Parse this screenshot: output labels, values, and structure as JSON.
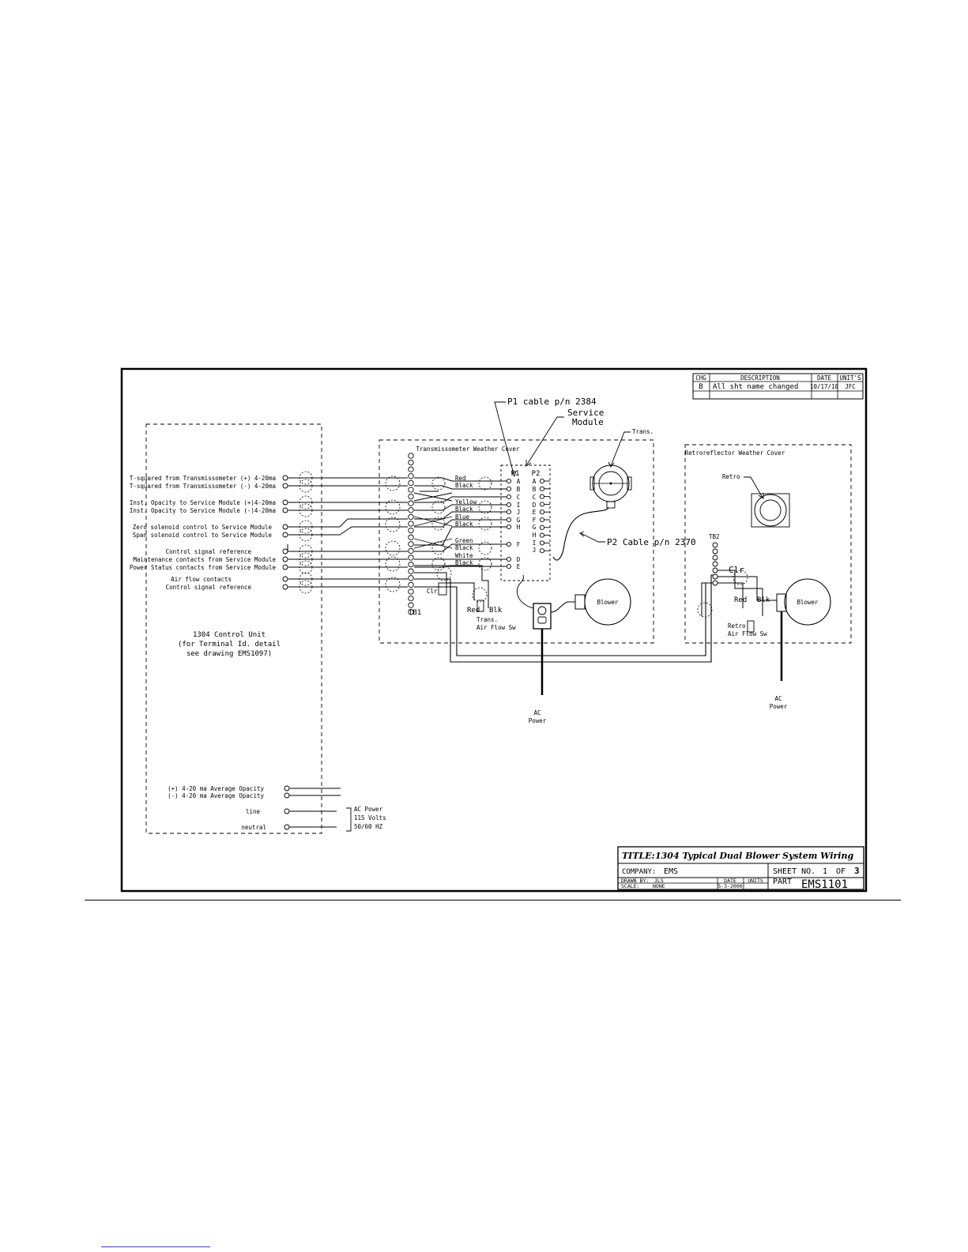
{
  "revision_table": {
    "headers": [
      "CHG",
      "DESCRIPTION",
      "DATE",
      "UNIT'S"
    ],
    "row": [
      "B",
      "All sht name changed",
      "10/17/18",
      "JFC"
    ]
  },
  "labels": {
    "p1_cable": "P1 cable p/n 2384",
    "service_module": [
      "Service",
      "Module"
    ],
    "trans": "Trans.",
    "retro": "Retro",
    "transmissometer_cover": "Transmissometer Weather Cover",
    "retroreflector_cover": "Retroreflector Weather Cover",
    "p1": "P1",
    "p2": "P2",
    "p2_cable": "P2 Cable p/n 2370",
    "tb1": "TB1",
    "tb2": "TB2",
    "blower": "Blower",
    "clr": "Clr",
    "red": "Red",
    "blk": "Blk",
    "trans_air_flow": [
      "Trans.",
      "Air Flow Sw"
    ],
    "retro_air_flow": [
      "Retro",
      "Air Flow Sw"
    ],
    "ac_power": [
      "AC",
      "Power"
    ],
    "control_unit": [
      "1304 Control Unit",
      "(for Terminal Id. detail",
      "see drawing EMS1097)"
    ],
    "ac_supply": [
      "AC Power",
      "115 Volts",
      "50/60 HZ"
    ]
  },
  "signals": [
    "T-squared from Transmissometer (+) 4-20ma",
    "T-squared from Transmissometer (-) 4-20ma",
    "Inst. Opacity to Service Module (+)4-20ma",
    "Inst. Opacity to Service Module (-)4-20ma",
    "Zero solenoid control to Service Module",
    "Span solenoid control to Service Module",
    "Control signal reference",
    "Maintenance contacts from Service Module",
    "Power Status contacts from Service Module",
    "Air flow contacts",
    "Control signal reference"
  ],
  "bottom_signals": [
    "(+) 4-20 ma Average Opacity",
    "(-) 4-20 ma Average Opacity",
    "line",
    "neutral"
  ],
  "wire_colors": [
    "Red",
    "Black",
    "Yellow",
    "Black",
    "Blue",
    "Black",
    "Green",
    "Black",
    "White",
    "Black"
  ],
  "p1_pins": [
    "A",
    "B",
    "C",
    "I",
    "J",
    "G",
    "H",
    "F",
    "D",
    "E"
  ],
  "p2_pins": [
    "A",
    "B",
    "C",
    "D",
    "E",
    "F",
    "G",
    "H",
    "I",
    "J"
  ],
  "title_block": {
    "title_label": "TITLE:",
    "title": "1304 Typical Dual Blower System Wiring",
    "company_label": "COMPANY:",
    "company": "EMS",
    "sheet_label": "SHEET NO.",
    "sheet_no": "1",
    "of_label": "OF",
    "sheet_total": "3",
    "drawn_label": "DRAWN BY:",
    "drawn_by": "JLS",
    "scale_label": "SCALE:",
    "scale": "NONE",
    "date_label": "DATE",
    "date": "5-3-2000",
    "unit_label": "UNITS",
    "part_label": "PART",
    "part": "EMS1101"
  }
}
